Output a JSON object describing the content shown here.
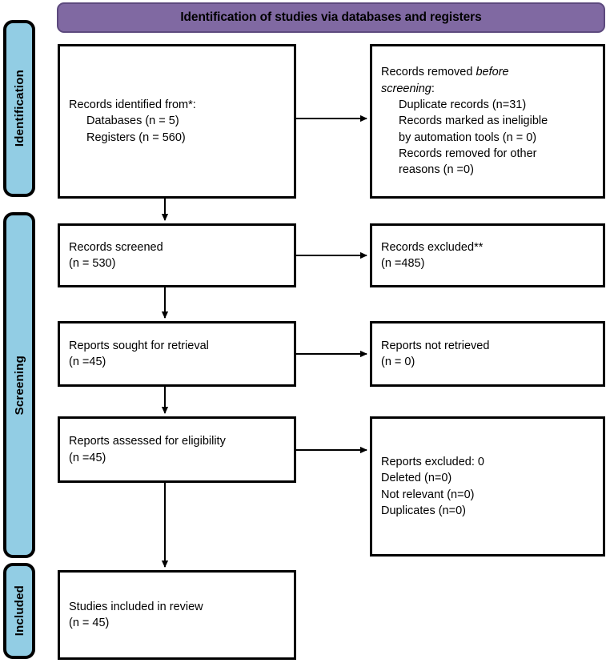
{
  "banner": {
    "title": "Identification of studies via databases and registers"
  },
  "stages": [
    {
      "name": "identification",
      "label": "Identification"
    },
    {
      "name": "screening",
      "label": "Screening"
    },
    {
      "name": "included",
      "label": "Included"
    }
  ],
  "nodes": {
    "records_identified": {
      "lines": [
        {
          "text": "Records identified from*:",
          "indent": false
        },
        {
          "text": "Databases (n = 5)",
          "indent": true
        },
        {
          "text": "Registers (n = 560)",
          "indent": true
        }
      ]
    },
    "records_removed": {
      "lines": [
        {
          "text": "Records removed ",
          "em": "before",
          "indent": false
        },
        {
          "text": "",
          "em": "screening",
          "suffix": ":",
          "indent": false
        },
        {
          "text": "Duplicate records (n=31)",
          "indent": true
        },
        {
          "text": "Records marked as ineligible",
          "indent": true
        },
        {
          "text": "by automation tools (n = 0)",
          "indent": true
        },
        {
          "text": "Records removed for other",
          "indent": true
        },
        {
          "text": "reasons (n =0)",
          "indent": true
        }
      ]
    },
    "records_screened": {
      "lines": [
        {
          "text": "Records screened",
          "indent": false
        },
        {
          "text": "(n = 530)",
          "indent": false
        }
      ]
    },
    "records_excluded": {
      "lines": [
        {
          "text": "Records excluded**",
          "indent": false
        },
        {
          "text": "(n =485)",
          "indent": false
        }
      ]
    },
    "reports_sought": {
      "lines": [
        {
          "text": "Reports sought for retrieval",
          "indent": false
        },
        {
          "text": "(n =45)",
          "indent": false
        }
      ]
    },
    "reports_not_retrieved": {
      "lines": [
        {
          "text": "Reports not retrieved",
          "indent": false
        },
        {
          "text": "(n = 0)",
          "indent": false
        }
      ]
    },
    "reports_assessed": {
      "lines": [
        {
          "text": "Reports assessed for eligibility",
          "indent": false
        },
        {
          "text": "(n =45)",
          "indent": false
        }
      ]
    },
    "reports_excluded": {
      "lines": [
        {
          "text": "Reports excluded: 0",
          "indent": false
        },
        {
          "text": "Deleted (n=0)",
          "indent": false
        },
        {
          "text": "Not relevant (n=0)",
          "indent": false
        },
        {
          "text": "Duplicates (n=0)",
          "indent": false
        }
      ]
    },
    "studies_included": {
      "lines": [
        {
          "text": "Studies included in review",
          "indent": false
        },
        {
          "text": "(n = 45)",
          "indent": false
        }
      ]
    }
  },
  "colors": {
    "banner_fill": "#8069a2",
    "banner_border": "#5d4a7e",
    "stage_fill": "#92cde4",
    "stroke": "#000000",
    "node_fill": "#ffffff"
  }
}
